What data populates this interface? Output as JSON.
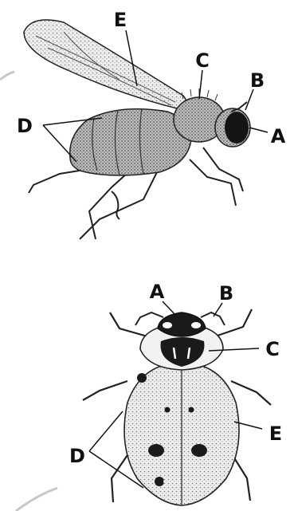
{
  "figures": [
    {
      "subject": "fly",
      "labels": {
        "a": "A",
        "b": "B",
        "c": "C",
        "d": "D",
        "e": "E"
      }
    },
    {
      "subject": "ladybird beetle",
      "labels": {
        "a": "A",
        "b": "B",
        "c": "C",
        "d": "D",
        "e": "E"
      }
    }
  ],
  "colors": {
    "ink": "#111111",
    "body_dark": "#1a1a1a",
    "body_light": "#f2f2f2",
    "background": "#ffffff"
  }
}
